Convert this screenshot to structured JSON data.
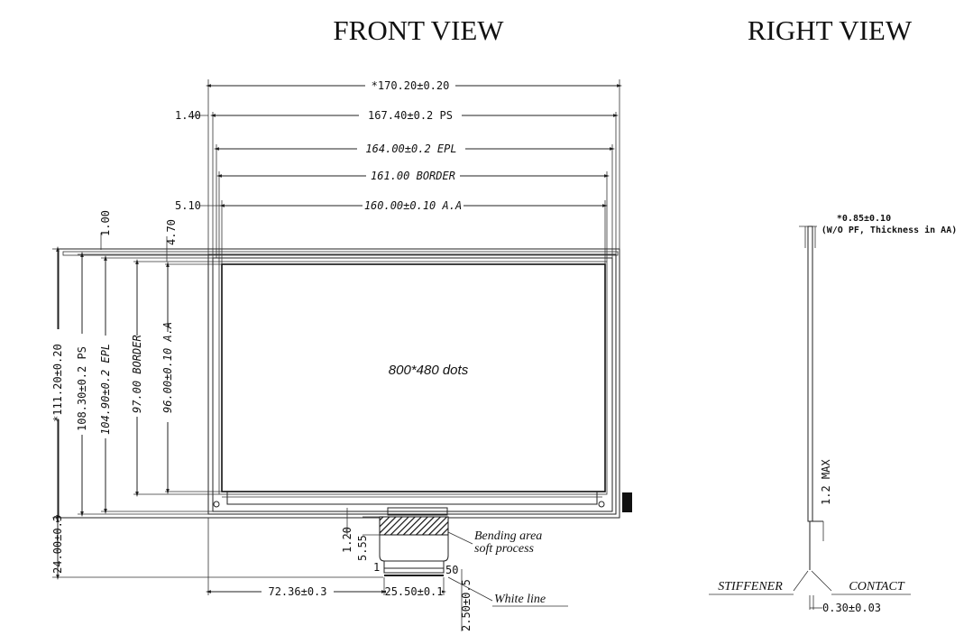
{
  "titles": {
    "front": "FRONT VIEW",
    "right": "RIGHT VIEW"
  },
  "front_view": {
    "dim_total_width": "*170.20±0.20",
    "dim_ps_width": "167.40±0.2  PS",
    "dim_epl_width": "164.00±0.2  EPL",
    "dim_border_width": "161.00  BORDER",
    "dim_aa_width": "160.00±0.10  A.A",
    "dim_left_offset_ps": "1.40",
    "dim_left_offset_aa": "5.10",
    "dim_top_offset_a": "1.00",
    "dim_top_offset_b": "4.70",
    "dim_total_height": "*111.20±0.20",
    "dim_ps_height": "108.30±0.2  PS",
    "dim_epl_height": "104.90±0.2  EPL",
    "dim_border_height": "97.00  BORDER",
    "dim_aa_height": "96.00±0.10  A.A",
    "resolution": "800*480  dots",
    "dim_fpc_length": "24.00±0.3",
    "dim_fpc_offset": "72.36±0.3",
    "dim_fpc_width": "25.50±0.1",
    "dim_bend_1": "1.20",
    "dim_bend_2": "5.55",
    "dim_contact": "2.50±0.5",
    "pin_first": "1",
    "pin_last": "50",
    "bending_line1": "Bending  area",
    "bending_line2": "soft  process",
    "white_line": "White  line"
  },
  "right_view": {
    "thickness": "*0.85±0.10",
    "thickness_note": "(W/O PF, Thickness in AA)",
    "max_label": "1.2  MAX",
    "stiffener": "STIFFENER",
    "contact": "CONTACT",
    "contact_dim": "0.30±0.03"
  }
}
